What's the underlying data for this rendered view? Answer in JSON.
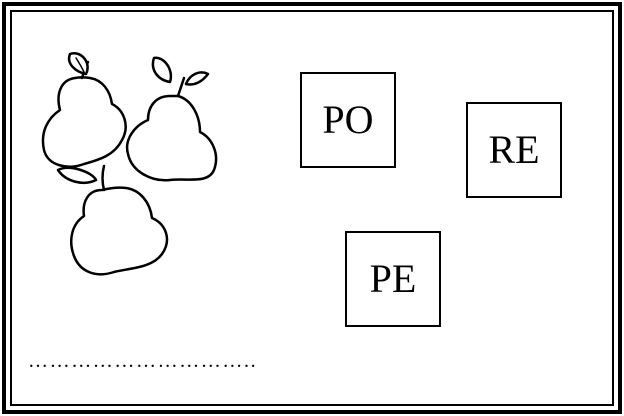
{
  "syllables": {
    "po": "PO",
    "re": "RE",
    "pe": "PE"
  },
  "answer": {
    "dots": "………………………….."
  },
  "picture": {
    "icon": "pears-icon",
    "count": 3
  },
  "colors": {
    "ink": "#000000",
    "paper": "#ffffff"
  }
}
